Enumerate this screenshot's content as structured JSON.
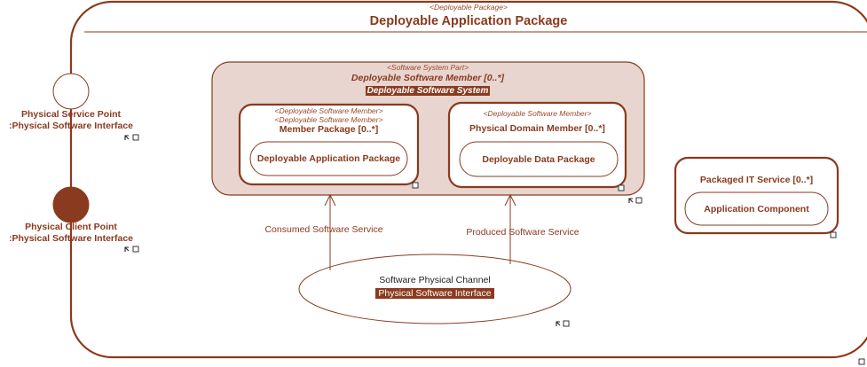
{
  "package": {
    "stereotype": "<Deployable Package>",
    "title": "Deployable Application Package"
  },
  "ports": [
    {
      "label_line1": "Physical Service Point",
      "label_line2": ":Physical Software Interface",
      "fill": "#ffffff"
    },
    {
      "label_line1": "Physical Client Point",
      "label_line2": ":Physical Software Interface",
      "fill": "#8a3a1e"
    }
  ],
  "system_part": {
    "stereotype": "<Software System Part>",
    "name": "Deployable Software Member [0..*]",
    "type": "Deployable Software System"
  },
  "member_package": {
    "stereotype1": "<Deployable Software Member>",
    "stereotype2": "<Deployable Software Member>",
    "name": "Member Package [0..*]",
    "inner": "Deployable Application Package"
  },
  "domain_member": {
    "stereotype": "<Deployable Software Member>",
    "name": "Physical Domain Member [0..*]",
    "inner": "Deployable Data Package"
  },
  "it_service": {
    "name": "Packaged IT Service [0..*]",
    "inner": "Application Component"
  },
  "connectors": {
    "consumed": "Consumed Software Service",
    "produced": "Produced Software Service"
  },
  "channel": {
    "name": "Software Physical Channel",
    "type": "Physical Software Interface"
  },
  "colors": {
    "primary": "#8a3a1e",
    "part_fill": "#e8d5cf",
    "border": "#8a3a1e"
  },
  "icons": [
    "link-icon",
    "expand-icon"
  ]
}
